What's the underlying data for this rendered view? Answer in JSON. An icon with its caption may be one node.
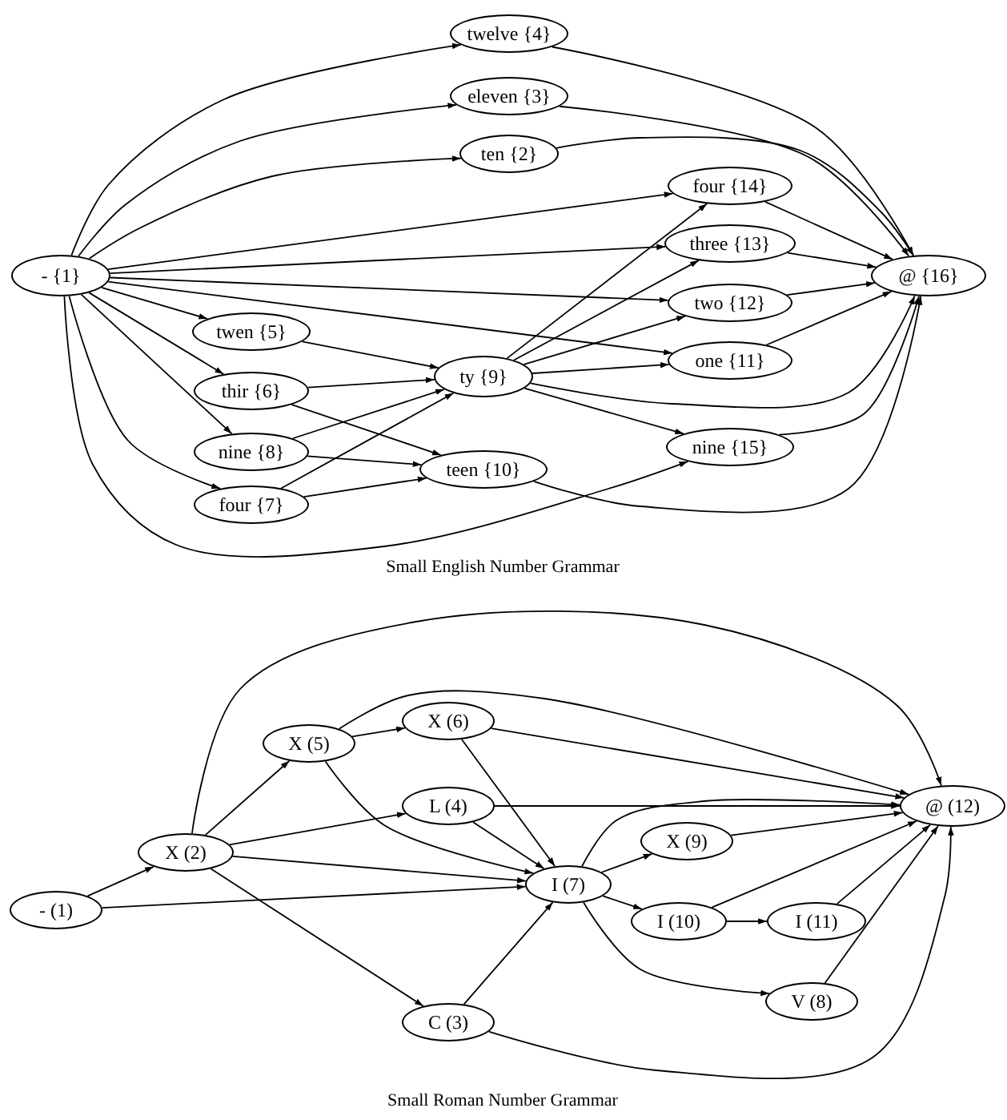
{
  "diagram": {
    "nodes": [
      {
        "text": [
          "- {1}"
        ]
      },
      {
        "text": [
          "twelve {4}"
        ]
      },
      {
        "text": [
          "eleven {3}"
        ]
      },
      {
        "text": [
          "ten {2}"
        ]
      },
      {
        "text": [
          "four {14}"
        ]
      },
      {
        "text": [
          "three {13}"
        ]
      },
      {
        "text": [
          "two {12}"
        ]
      },
      {
        "text": [
          "one {11}"
        ]
      },
      {
        "text": [
          "twen {5}"
        ]
      },
      {
        "text": [
          "thir {6}"
        ]
      },
      {
        "text": [
          "ty {9}"
        ]
      },
      {
        "text": [
          "nine {8}"
        ]
      },
      {
        "text": [
          "teen {10}"
        ]
      },
      {
        "text": [
          "four {7}"
        ]
      },
      {
        "text": [
          "nine {15}"
        ]
      },
      {
        "text": [
          "@ {16}"
        ]
      },
      {
        "text": [
          "- (1)"
        ]
      },
      {
        "text": [
          "X (2)"
        ]
      },
      {
        "text": [
          "X (5)"
        ]
      },
      {
        "text": [
          "X (6)"
        ]
      },
      {
        "text": [
          "L (4)"
        ]
      },
      {
        "text": [
          "I (7)"
        ]
      },
      {
        "text": [
          "X (9)"
        ]
      },
      {
        "text": [
          "I (10)"
        ]
      },
      {
        "text": [
          "I (11)"
        ]
      },
      {
        "text": [
          "V (8)"
        ]
      },
      {
        "text": [
          "C (3)"
        ]
      },
      {
        "text": [
          "@ (12)"
        ]
      }
    ],
    "edges": [
      {
        "from": 0,
        "to": 1,
        "arrow": "to"
      },
      {
        "from": 0,
        "to": 2,
        "arrow": "to"
      },
      {
        "from": 0,
        "to": 3,
        "arrow": "to"
      },
      {
        "from": 0,
        "to": 4,
        "arrow": "to"
      },
      {
        "from": 0,
        "to": 5,
        "arrow": "to"
      },
      {
        "from": 0,
        "to": 6,
        "arrow": "to"
      },
      {
        "from": 0,
        "to": 7,
        "arrow": "to"
      },
      {
        "from": 0,
        "to": 8,
        "arrow": "to"
      },
      {
        "from": 0,
        "to": 9,
        "arrow": "to"
      },
      {
        "from": 0,
        "to": 11,
        "arrow": "to"
      },
      {
        "from": 0,
        "to": 13,
        "arrow": "to"
      },
      {
        "from": 0,
        "to": 14,
        "arrow": "to"
      },
      {
        "from": 8,
        "to": 10,
        "arrow": "to"
      },
      {
        "from": 9,
        "to": 10,
        "arrow": "to"
      },
      {
        "from": 9,
        "to": 12,
        "arrow": "to"
      },
      {
        "from": 11,
        "to": 10,
        "arrow": "to"
      },
      {
        "from": 11,
        "to": 12,
        "arrow": "to"
      },
      {
        "from": 13,
        "to": 10,
        "arrow": "to"
      },
      {
        "from": 13,
        "to": 12,
        "arrow": "to"
      },
      {
        "from": 10,
        "to": 4,
        "arrow": "to"
      },
      {
        "from": 10,
        "to": 5,
        "arrow": "to"
      },
      {
        "from": 10,
        "to": 6,
        "arrow": "to"
      },
      {
        "from": 10,
        "to": 7,
        "arrow": "to"
      },
      {
        "from": 10,
        "to": 15,
        "arrow": "to"
      },
      {
        "from": 10,
        "to": 14,
        "arrow": "to"
      },
      {
        "from": 12,
        "to": 15,
        "arrow": "to"
      },
      {
        "from": 1,
        "to": 15,
        "arrow": "to"
      },
      {
        "from": 2,
        "to": 15,
        "arrow": "to"
      },
      {
        "from": 3,
        "to": 15,
        "arrow": "to"
      },
      {
        "from": 4,
        "to": 15,
        "arrow": "to"
      },
      {
        "from": 5,
        "to": 15,
        "arrow": "to"
      },
      {
        "from": 6,
        "to": 15,
        "arrow": "to"
      },
      {
        "from": 7,
        "to": 15,
        "arrow": "to"
      },
      {
        "from": 14,
        "to": 15,
        "arrow": "to"
      },
      {
        "from": 16,
        "to": 17,
        "arrow": "to"
      },
      {
        "from": 16,
        "to": 21,
        "arrow": "to"
      },
      {
        "from": 17,
        "to": 18,
        "arrow": "to"
      },
      {
        "from": 17,
        "to": 20,
        "arrow": "to"
      },
      {
        "from": 17,
        "to": 21,
        "arrow": "to"
      },
      {
        "from": 17,
        "to": 26,
        "arrow": "to"
      },
      {
        "from": 17,
        "to": 27,
        "arrow": "to"
      },
      {
        "from": 18,
        "to": 19,
        "arrow": "to"
      },
      {
        "from": 18,
        "to": 27,
        "arrow": "to"
      },
      {
        "from": 18,
        "to": 21,
        "arrow": "to"
      },
      {
        "from": 19,
        "to": 27,
        "arrow": "to"
      },
      {
        "from": 19,
        "to": 21,
        "arrow": "to"
      },
      {
        "from": 20,
        "to": 27,
        "arrow": "to"
      },
      {
        "from": 20,
        "to": 21,
        "arrow": "to"
      },
      {
        "from": 26,
        "to": 21,
        "arrow": "to"
      },
      {
        "from": 26,
        "to": 27,
        "arrow": "to"
      },
      {
        "from": 21,
        "to": 22,
        "arrow": "to"
      },
      {
        "from": 21,
        "to": 27,
        "arrow": "to"
      },
      {
        "from": 21,
        "to": 23,
        "arrow": "to"
      },
      {
        "from": 21,
        "to": 25,
        "arrow": "to"
      },
      {
        "from": 22,
        "to": 27,
        "arrow": "to"
      },
      {
        "from": 23,
        "to": 27,
        "arrow": "to"
      },
      {
        "from": 23,
        "to": 24,
        "arrow": "to"
      },
      {
        "from": 24,
        "to": 27,
        "arrow": "to"
      },
      {
        "from": 25,
        "to": 27,
        "arrow": "to"
      }
    ],
    "labels": [
      "Small English Number Grammar",
      "Small Roman Number Grammar"
    ]
  }
}
